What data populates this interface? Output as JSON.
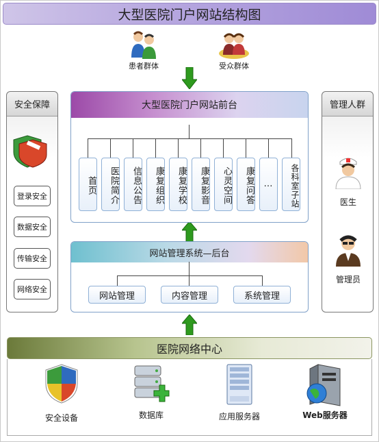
{
  "title": "大型医院门户网站结构图",
  "audiences": [
    {
      "label": "患者群体",
      "icon": "patients-group-icon"
    },
    {
      "label": "受众群体",
      "icon": "audience-group-icon"
    }
  ],
  "security": {
    "title": "安全保障",
    "icon": "shield-icon",
    "items": [
      "登录安全",
      "数据安全",
      "传输安全",
      "网络安全"
    ]
  },
  "management": {
    "title": "管理人群",
    "roles": [
      {
        "label": "医生",
        "icon": "doctor-icon"
      },
      {
        "label": "管理员",
        "icon": "administrator-icon"
      }
    ]
  },
  "frontend": {
    "title": "大型医院门户网站前台",
    "modules": [
      "首页",
      "医院简介",
      "信息公告",
      "康复组织",
      "康复学校",
      "康复影音",
      "心灵空间",
      "康复问答",
      "…",
      "各科室子站"
    ]
  },
  "backend": {
    "title": "网站管理系统—后台",
    "modules": [
      "网站管理",
      "内容管理",
      "系统管理"
    ]
  },
  "network_center": {
    "title": "医院网络中心",
    "devices": [
      {
        "label": "安全设备",
        "icon": "security-device-icon"
      },
      {
        "label": "数据库",
        "icon": "database-icon"
      },
      {
        "label": "应用服务器",
        "icon": "app-server-icon"
      },
      {
        "label": "Web服务器",
        "icon": "web-server-icon"
      }
    ]
  },
  "colors": {
    "arrow": "#2e9a1e",
    "title_bar": "#b8a9e0",
    "frontend_header": "#9c4aa8",
    "backend_header": "#6fc0cf",
    "center_header": "#6b7a3a"
  }
}
